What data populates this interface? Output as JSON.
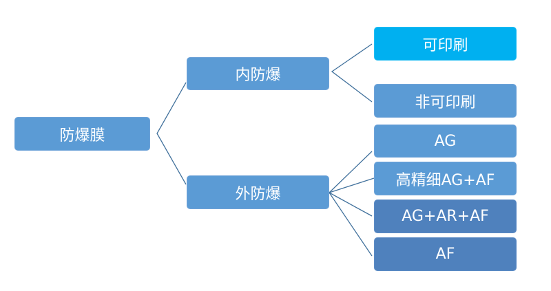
{
  "root": {
    "label": "防爆膜"
  },
  "branches": [
    {
      "label": "内防爆",
      "children": [
        "可印刷",
        "非可印刷"
      ]
    },
    {
      "label": "外防爆",
      "children": [
        "AG",
        "高精细AG+AF",
        "AG+AR+AF",
        "AF"
      ]
    }
  ],
  "colors": {
    "highlight": "#00b0f0",
    "light": "#5b9bd5",
    "dark": "#4f81bd",
    "line": "#41719c"
  }
}
